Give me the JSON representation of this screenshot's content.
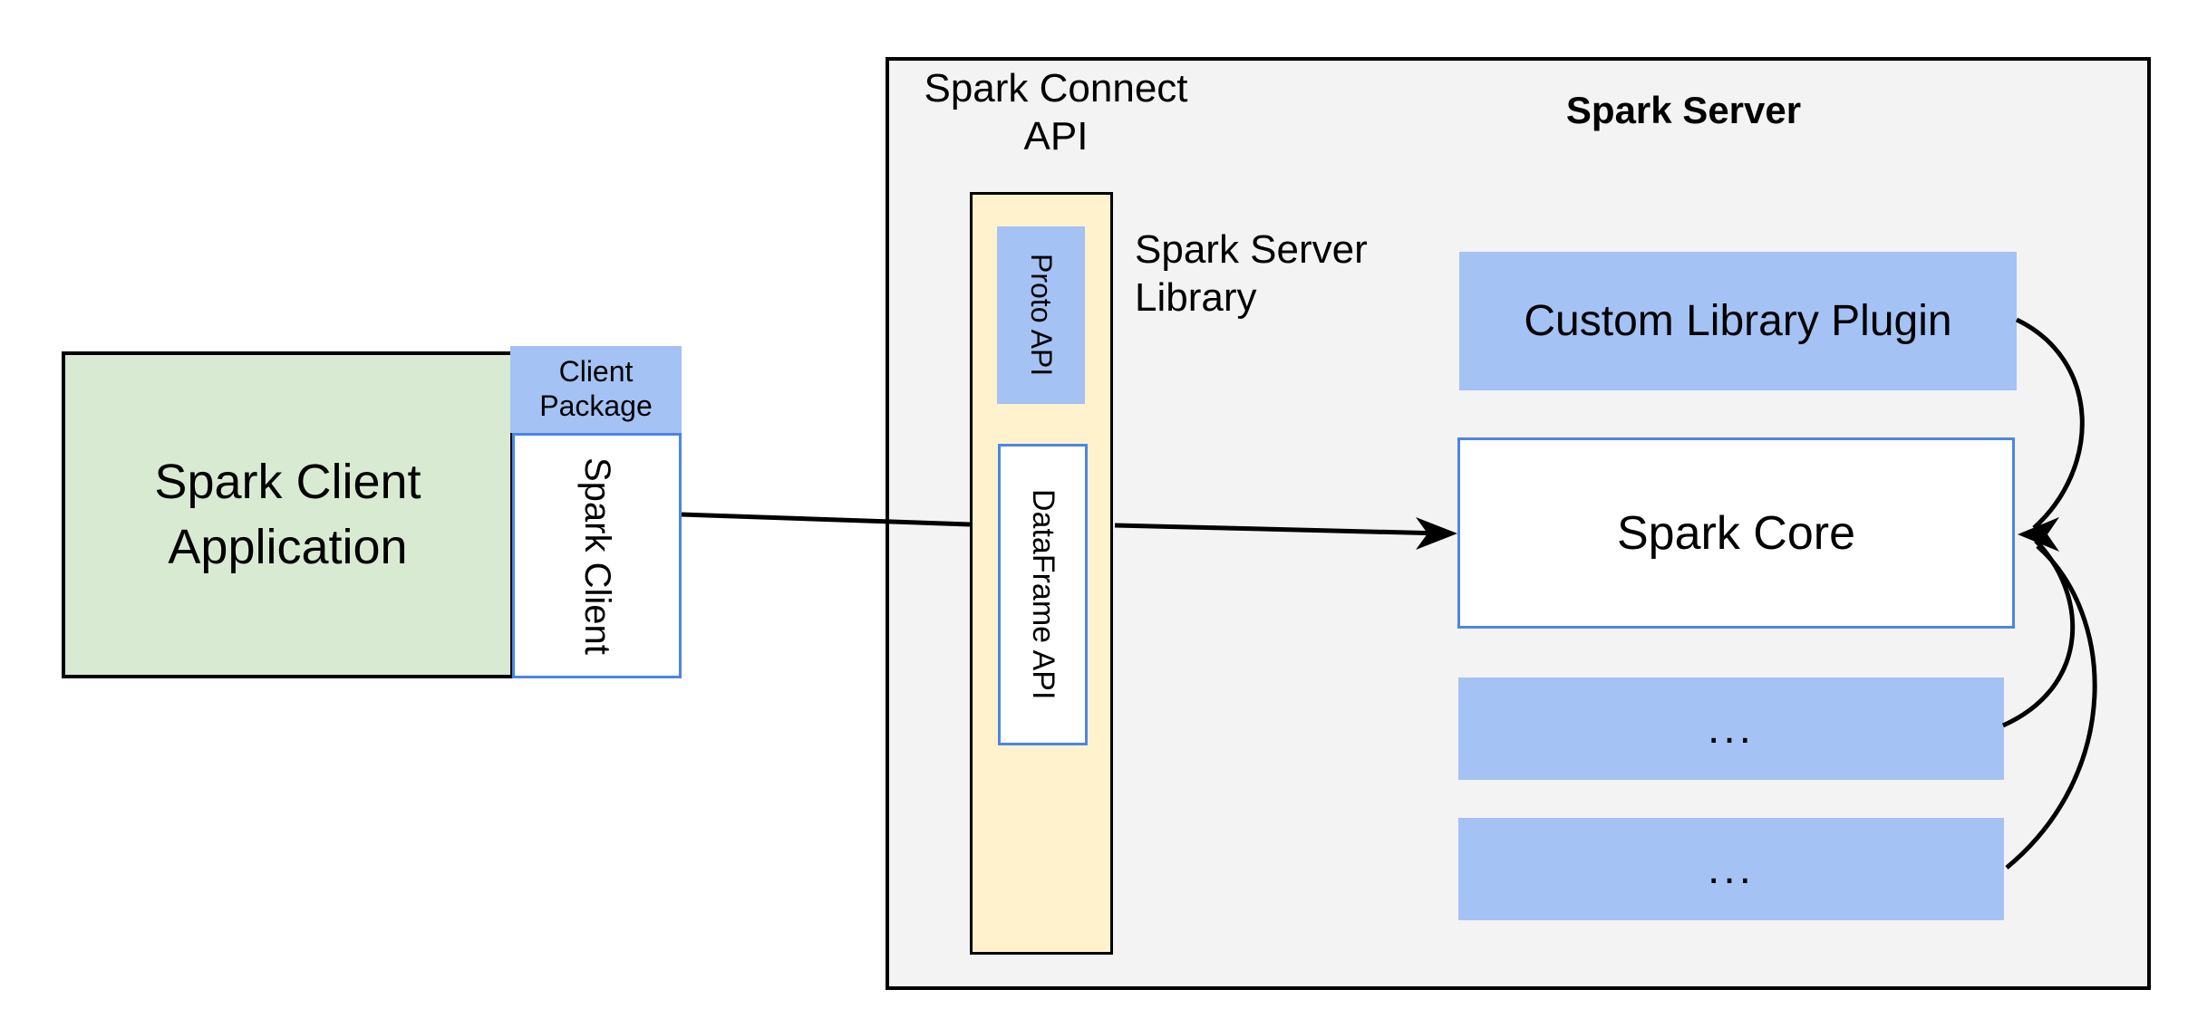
{
  "colors": {
    "green_fill": "#d9ead3",
    "blue_fill": "#a4c2f4",
    "yellow_fill": "#fff2cc",
    "gray_fill": "#f3f3f3",
    "blue_border": "#4a86e8",
    "line_color": "#000000"
  },
  "client": {
    "application_label": "Spark Client Application",
    "package_label": "Client Package",
    "client_label": "Spark Client"
  },
  "server": {
    "connect_api_label": "Spark Connect API",
    "title": "Spark Server",
    "library_label": "Spark Server Library",
    "proto_api_label": "Proto API",
    "dataframe_api_label": "DataFrame API",
    "plugin_label": "Custom Library Plugin",
    "core_label": "Spark Core",
    "placeholder_box_1_label": "...",
    "placeholder_box_2_label": "..."
  },
  "connections": [
    {
      "from": "Spark Client",
      "to": "Spark Server Library",
      "style": "line"
    },
    {
      "from": "Spark Server Library",
      "to": "Spark Core",
      "style": "arrow"
    },
    {
      "from": "Custom Library Plugin",
      "to": "Spark Core",
      "style": "curved-arrow"
    },
    {
      "from": "placeholder-box-1",
      "to": "Spark Core",
      "style": "curved-arrow"
    },
    {
      "from": "placeholder-box-2",
      "to": "Spark Core",
      "style": "curved-arrow"
    }
  ]
}
